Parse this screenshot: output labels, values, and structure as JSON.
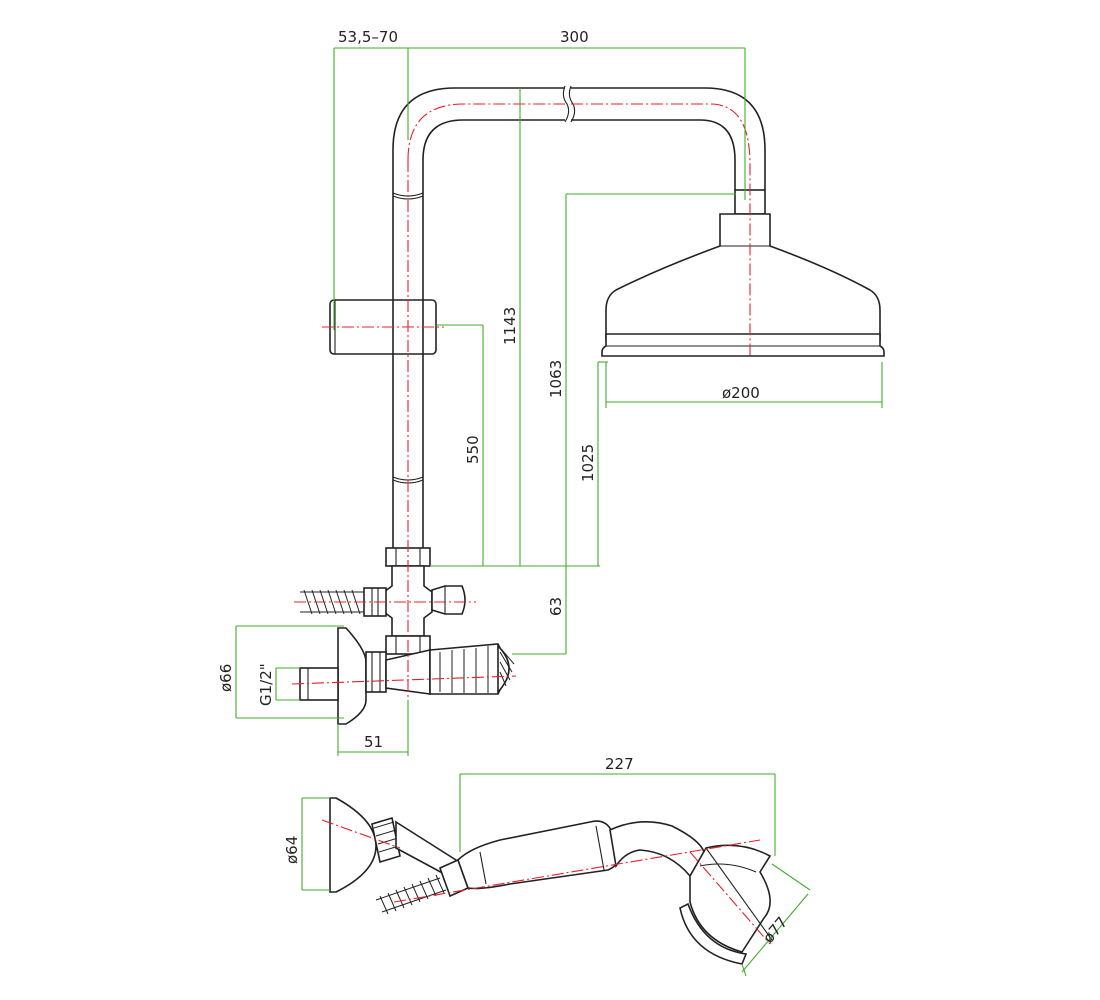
{
  "colors": {
    "outline": "#222222",
    "dimension": "#3fae2a",
    "centerline": "#e8202a",
    "background": "#ffffff"
  },
  "dimensions": {
    "arm_offset": "53,5–70",
    "arm_length": "300",
    "total_height": "1143",
    "head_height": "1063",
    "head_bottom_height": "1025",
    "slider_height": "550",
    "valve_offset": "63",
    "head_diameter": "ø200",
    "wall_flange_diameter": "ø66",
    "thread": "G1/2\"",
    "wall_distance": "51",
    "handset_length": "227",
    "bracket_diameter": "ø64",
    "handset_head_diameter": "ø77"
  }
}
